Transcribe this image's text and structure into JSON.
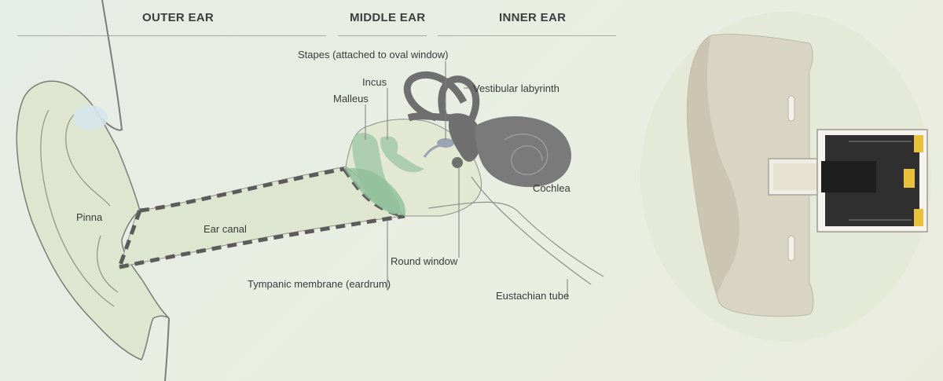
{
  "sections": {
    "outer": "OUTER EAR",
    "middle": "MIDDLE EAR",
    "inner": "INNER EAR"
  },
  "labels": {
    "stapes": "Stapes (attached to oval window)",
    "incus": "Incus",
    "malleus": "Malleus",
    "vestibular": "Vestibular labyrinth",
    "pinna": "Pinna",
    "ear_canal": "Ear canal",
    "cochlea": "Cochlea",
    "round_window": "Round window",
    "tympanic": "Tympanic membrane (eardrum)",
    "eustachian": "Eustachian tube"
  },
  "colors": {
    "ear_fill": "#dfe6cf",
    "ossicle_green": "#a3c9a8",
    "cochlea_gray": "#6f6f6f",
    "dash": "#5b5b5b",
    "earbud_body": "#d9d5c4",
    "driver_dark": "#2b2b2b",
    "driver_yellow": "#e8c23a"
  }
}
